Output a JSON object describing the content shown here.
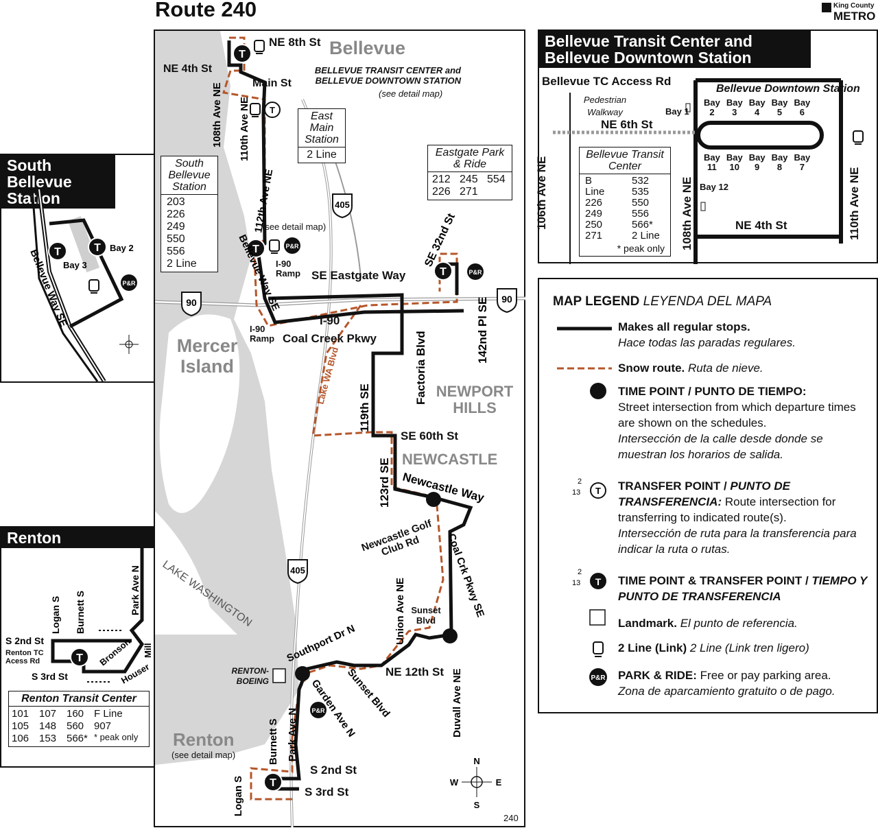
{
  "title": "Route 240",
  "logo": {
    "line1": "King County",
    "line2": "METRO"
  },
  "main_map": {
    "areas": {
      "bellevue": "Bellevue",
      "mercer_island": "Mercer Island",
      "newport_hills": "NEWPORT HILLS",
      "newcastle": "NEWCASTLE",
      "renton": "Renton",
      "lake": "LAKE WASHINGTON"
    },
    "streets": {
      "ne8th": "NE 8th St",
      "ne4th": "NE 4th St",
      "main": "Main St",
      "ave108": "108th Ave NE",
      "ave110": "110th Ave NE",
      "ave112": "112th Ave NE",
      "bellevue_way": "Bellevue Way SE",
      "i90ramp1": "I-90 Ramp",
      "eastgate": "SE Eastgate Way",
      "se32": "SE 32nd St",
      "pl142": "142nd Pl SE",
      "i90": "I-90",
      "i90ramp2": "I-90 Ramp",
      "coal_creek": "Coal Creek Pkwy",
      "factoria": "Factoria Blvd",
      "lake_wa": "Lake WA Blvd",
      "se119": "119th SE",
      "se60": "SE 60th St",
      "se123": "123rd SE",
      "newcastle_way": "Newcastle Way",
      "golf": "Newcastle Golf Club Rd",
      "coal_crk": "Coal Crk Pkwy SE",
      "union": "Union Ave NE",
      "sunset1": "Sunset Blvd",
      "ne12": "NE 12th St",
      "duvall": "Duvall Ave NE",
      "southport": "Southport Dr N",
      "sunset2": "Sunset Blvd",
      "garden": "Garden Ave N",
      "park": "Park Ave N",
      "burnett": "Burnett S",
      "logan": "Logan S",
      "s2nd": "S 2nd St",
      "s3rd": "S 3rd St"
    },
    "callouts": {
      "btc": "BELLEVUE TRANSIT CENTER and BELLEVUE DOWNTOWN STATION",
      "btc_see": "(see detail map)",
      "sbs_see": "(see detail map)",
      "renton_see": "(see detail map)",
      "renton_boeing": "RENTON-BOEING"
    },
    "east_main": {
      "title": "East Main Station",
      "routes": "2 Line"
    },
    "eastgate": {
      "title": "Eastgate Park & Ride",
      "routes": [
        "212",
        "245",
        "554",
        "226",
        "271"
      ]
    },
    "south_bellevue": {
      "title": "South Bellevue Station",
      "routes": [
        "203",
        "226",
        "249",
        "550",
        "556",
        "2 Line"
      ]
    },
    "shields": {
      "i405": "405",
      "i90": "90"
    },
    "map_number": "240",
    "compass": {
      "n": "N",
      "s": "S",
      "e": "E",
      "w": "W"
    }
  },
  "sbs_panel": {
    "title": "South Bellevue Station",
    "bay2": "Bay 2",
    "bay3": "Bay 3",
    "street": "Bellevue Way SE"
  },
  "renton_panel": {
    "title": "Renton",
    "streets": {
      "logan": "Logan S",
      "burnett": "Burnett S",
      "park": "Park Ave N",
      "s2nd": "S 2nd St",
      "tc": "Renton TC Acess Rd",
      "s3rd": "S 3rd St",
      "bronson": "Bronson",
      "mill": "Mill",
      "houser": "Houser"
    },
    "table_title": "Renton Transit Center",
    "routes": [
      "101",
      "107",
      "160",
      "F Line",
      "105",
      "148",
      "560",
      "907",
      "106",
      "153",
      "566*"
    ],
    "note": "* peak only"
  },
  "btc_panel": {
    "title": "Bellevue Transit Center and Bellevue Downtown Station",
    "access_rd": "Bellevue TC Access Rd",
    "downtown_station": "Bellevue Downtown Station",
    "walkway": "Pedestrian Walkway",
    "ne6th": "NE 6th St",
    "bay1": "Bay 1",
    "bays_top": [
      {
        "bay": "Bay",
        "n": "2"
      },
      {
        "bay": "Bay",
        "n": "3"
      },
      {
        "bay": "Bay",
        "n": "4"
      },
      {
        "bay": "Bay",
        "n": "5"
      },
      {
        "bay": "Bay",
        "n": "6"
      }
    ],
    "bays_bottom": [
      {
        "bay": "Bay",
        "n": "11"
      },
      {
        "bay": "Bay",
        "n": "10"
      },
      {
        "bay": "Bay",
        "n": "9"
      },
      {
        "bay": "Bay",
        "n": "8"
      },
      {
        "bay": "Bay",
        "n": "7"
      }
    ],
    "bay12": "Bay 12",
    "ave106": "106th Ave NE",
    "ave108": "108th Ave NE",
    "ave110": "110th Ave NE",
    "ne4th": "NE 4th St",
    "tc_title": "Bellevue Transit Center",
    "tc_routes": [
      "B",
      "532",
      "Line",
      "535",
      "226",
      "550",
      "249",
      "556",
      "250",
      "566*",
      "271",
      "2 Line"
    ],
    "tc_note": "* peak only"
  },
  "legend": {
    "title": "MAP LEGEND",
    "title_es": "LEYENDA DEL MAPA",
    "items": [
      {
        "bold": "Makes all regular stops.",
        "ital": "Hace todas las paradas regulares."
      },
      {
        "bold": "Snow route.",
        "ital": "Ruta de nieve."
      },
      {
        "bold": "TIME POINT / PUNTO DE TIEMPO:",
        "text": "Street intersection from which departure times are shown on the schedules.",
        "ital": "Intersección de la calle desde donde se muestran los horarios de salida."
      },
      {
        "bold": "TRANSFER POINT /",
        "boldital": "PUNTO DE TRANSFERENCIA:",
        "text": "Route intersection for transferring to indicated route(s).",
        "ital": "Intersección de ruta para la transferencia para indicar la ruta o rutas."
      },
      {
        "bold": "TIME POINT & TRANSFER POINT /",
        "boldital": "TIEMPO Y PUNTO DE TRANSFERENCIA"
      },
      {
        "bold": "Landmark.",
        "ital": "El punto de referencia."
      },
      {
        "bold": "2 Line (Link)",
        "ital": "2 Line (Link tren ligero)"
      },
      {
        "bold": "PARK & RIDE:",
        "text": "Free or pay parking area.",
        "ital": "Zona de aparcamiento gratuito o de pago."
      }
    ],
    "sample_routes": {
      "a": "2",
      "b": "13"
    }
  },
  "colors": {
    "route": "#111111",
    "snow": "#b5562a",
    "water": "#d6d6d6",
    "road": "#9a9a9a"
  }
}
